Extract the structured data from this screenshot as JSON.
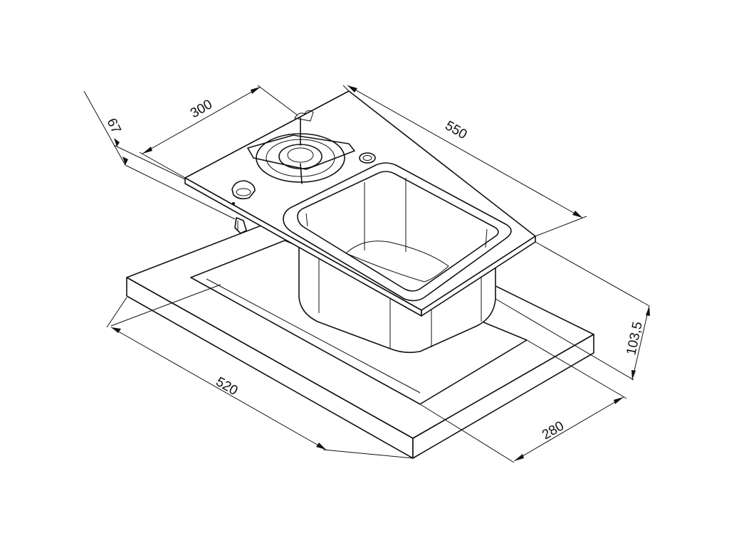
{
  "dimensions": {
    "width_top": "300",
    "length_top": "550",
    "depth_small": "67",
    "cutout_length": "520",
    "cutout_width": "280",
    "bowl_depth": "103,5"
  },
  "colors": {
    "line": "#111111",
    "background": "#ffffff"
  }
}
